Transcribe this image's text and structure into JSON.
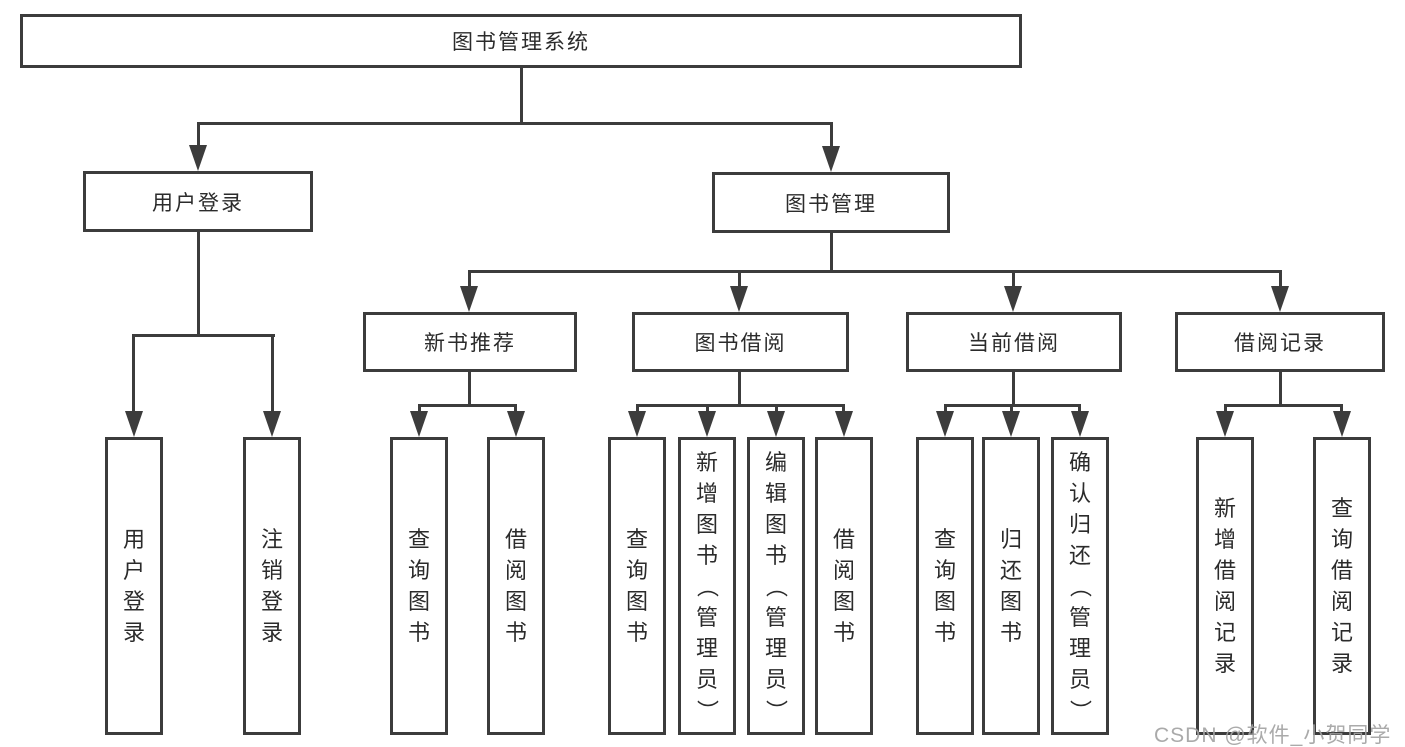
{
  "diagram": {
    "root": {
      "label": "图书管理系统"
    },
    "level2": [
      {
        "label": "用户登录"
      },
      {
        "label": "图书管理"
      }
    ],
    "level3": [
      {
        "label": "新书推荐"
      },
      {
        "label": "图书借阅"
      },
      {
        "label": "当前借阅"
      },
      {
        "label": "借阅记录"
      }
    ],
    "leaves": [
      {
        "label": "用户登录",
        "parent": "用户登录"
      },
      {
        "label": "注销登录",
        "parent": "用户登录"
      },
      {
        "label": "查询图书",
        "parent": "新书推荐"
      },
      {
        "label": "借阅图书",
        "parent": "新书推荐"
      },
      {
        "label": "查询图书",
        "parent": "图书借阅"
      },
      {
        "label": "新增图书（管理员）",
        "parent": "图书借阅"
      },
      {
        "label": "编辑图书（管理员）",
        "parent": "图书借阅"
      },
      {
        "label": "借阅图书",
        "parent": "图书借阅"
      },
      {
        "label": "查询图书",
        "parent": "当前借阅"
      },
      {
        "label": "归还图书",
        "parent": "当前借阅"
      },
      {
        "label": "确认归还（管理员）",
        "parent": "当前借阅"
      },
      {
        "label": "新增借阅记录",
        "parent": "借阅记录"
      },
      {
        "label": "查询借阅记录",
        "parent": "借阅记录"
      }
    ]
  },
  "watermark": {
    "text": "CSDN @软件_小贺同学"
  },
  "colors": {
    "line": "#3c3c3c",
    "text": "#2b2b2b",
    "watermark": "#a3a3a3",
    "background": "#ffffff"
  }
}
